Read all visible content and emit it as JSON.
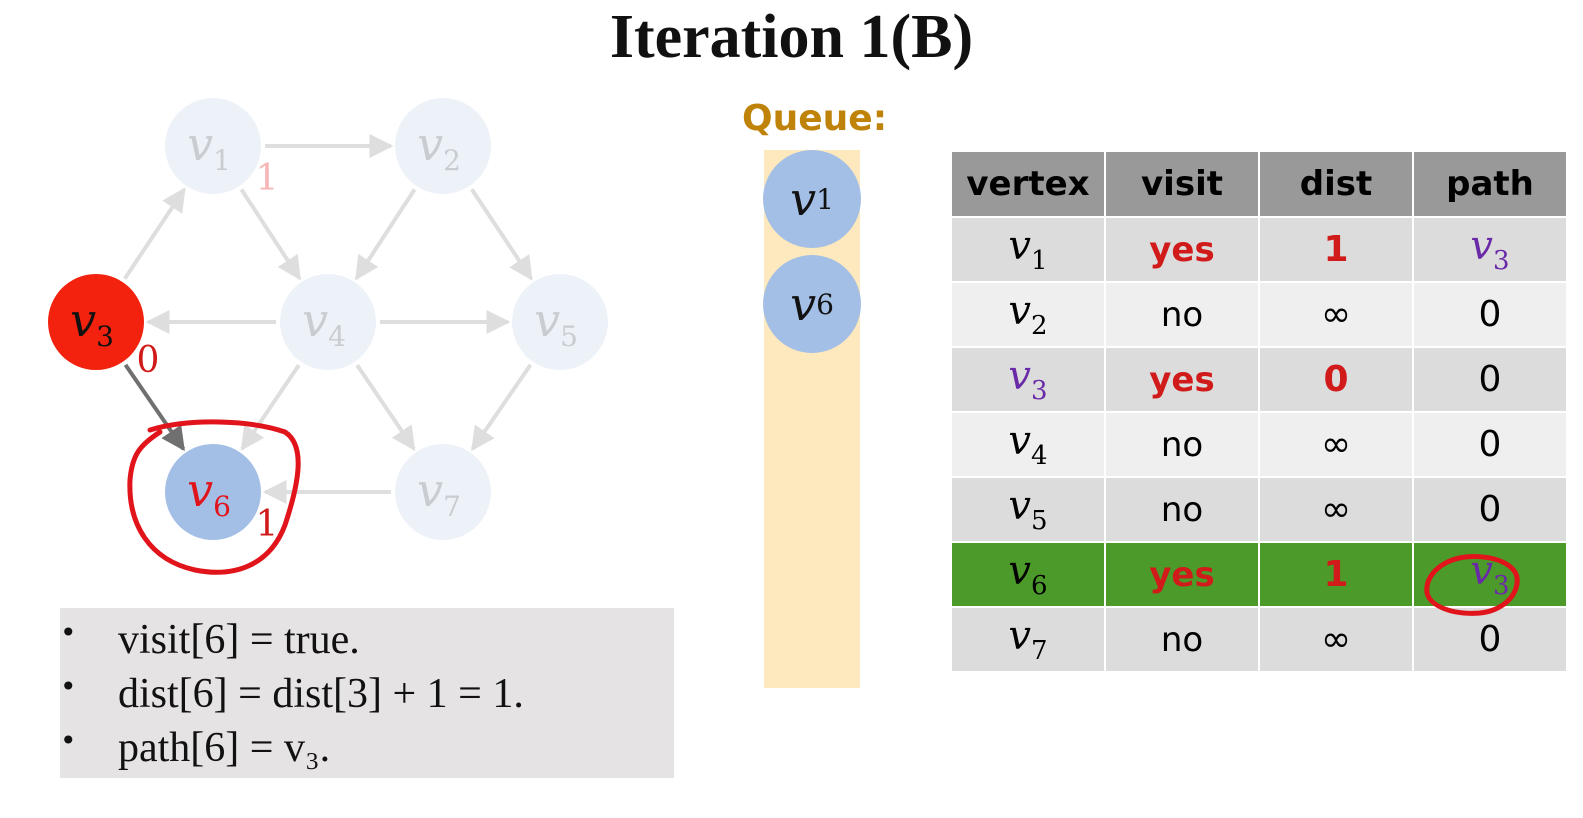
{
  "title": "Iteration 1(B)",
  "graph": {
    "nodes": [
      {
        "id": "v1",
        "letter": "v",
        "sub": "1",
        "label": "1",
        "state": "faded"
      },
      {
        "id": "v2",
        "letter": "v",
        "sub": "2",
        "label": "",
        "state": "faded"
      },
      {
        "id": "v3",
        "letter": "v",
        "sub": "3",
        "label": "0",
        "state": "current"
      },
      {
        "id": "v4",
        "letter": "v",
        "sub": "4",
        "label": "",
        "state": "faded"
      },
      {
        "id": "v5",
        "letter": "v",
        "sub": "5",
        "label": "",
        "state": "faded"
      },
      {
        "id": "v6",
        "letter": "v",
        "sub": "6",
        "label": "1",
        "state": "visited"
      },
      {
        "id": "v7",
        "letter": "v",
        "sub": "7",
        "label": "",
        "state": "faded"
      }
    ],
    "edges": [
      {
        "from": "v1",
        "to": "v2",
        "active": false
      },
      {
        "from": "v1",
        "to": "v4",
        "active": false
      },
      {
        "from": "v3",
        "to": "v1",
        "active": false
      },
      {
        "from": "v2",
        "to": "v4",
        "active": false
      },
      {
        "from": "v2",
        "to": "v5",
        "active": false
      },
      {
        "from": "v4",
        "to": "v3",
        "active": false
      },
      {
        "from": "v4",
        "to": "v5",
        "active": false
      },
      {
        "from": "v4",
        "to": "v6",
        "active": false
      },
      {
        "from": "v4",
        "to": "v7",
        "active": false
      },
      {
        "from": "v5",
        "to": "v7",
        "active": false
      },
      {
        "from": "v7",
        "to": "v6",
        "active": false
      },
      {
        "from": "v3",
        "to": "v6",
        "active": true
      }
    ],
    "colors": {
      "current": "#f2220f",
      "visited": "#a4bfe6",
      "faded": "#edf2f9",
      "edge": "#dedede",
      "edge_active": "#707070",
      "annotation": "#e0141a"
    }
  },
  "queue": {
    "title": "Queue:",
    "items": [
      {
        "letter": "v",
        "sub": "1"
      },
      {
        "letter": "v",
        "sub": "6"
      }
    ]
  },
  "table": {
    "headers": [
      "vertex",
      "visit",
      "dist",
      "path"
    ],
    "rows": [
      {
        "vertex": "v",
        "vsub": "1",
        "visit": "yes",
        "dist": "1",
        "path": "v",
        "psub": "3"
      },
      {
        "vertex": "v",
        "vsub": "2",
        "visit": "no",
        "dist": "∞",
        "path": "0",
        "psub": ""
      },
      {
        "vertex": "v",
        "vsub": "3",
        "visit": "yes",
        "dist": "0",
        "path": "0",
        "psub": ""
      },
      {
        "vertex": "v",
        "vsub": "4",
        "visit": "no",
        "dist": "∞",
        "path": "0",
        "psub": ""
      },
      {
        "vertex": "v",
        "vsub": "5",
        "visit": "no",
        "dist": "∞",
        "path": "0",
        "psub": ""
      },
      {
        "vertex": "v",
        "vsub": "6",
        "visit": "yes",
        "dist": "1",
        "path": "v",
        "psub": "3"
      },
      {
        "vertex": "v",
        "vsub": "7",
        "visit": "no",
        "dist": "∞",
        "path": "0",
        "psub": ""
      }
    ],
    "highlight_row": 5
  },
  "notes": {
    "bullet": "•",
    "lines": [
      "visit[6] = true.",
      "dist[6] = dist[3] + 1 = 1.",
      "path[6] = v₃."
    ]
  }
}
